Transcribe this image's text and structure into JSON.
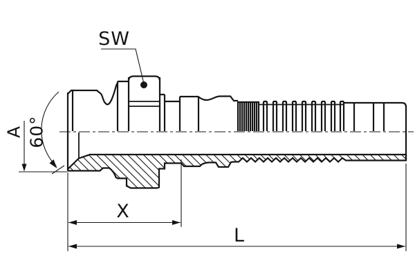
{
  "drawing": {
    "labels": {
      "sw": "SW",
      "a": "A",
      "angle": "60°",
      "x": "X",
      "l": "L"
    },
    "colors": {
      "line": "#141414",
      "background": "#ffffff"
    }
  }
}
